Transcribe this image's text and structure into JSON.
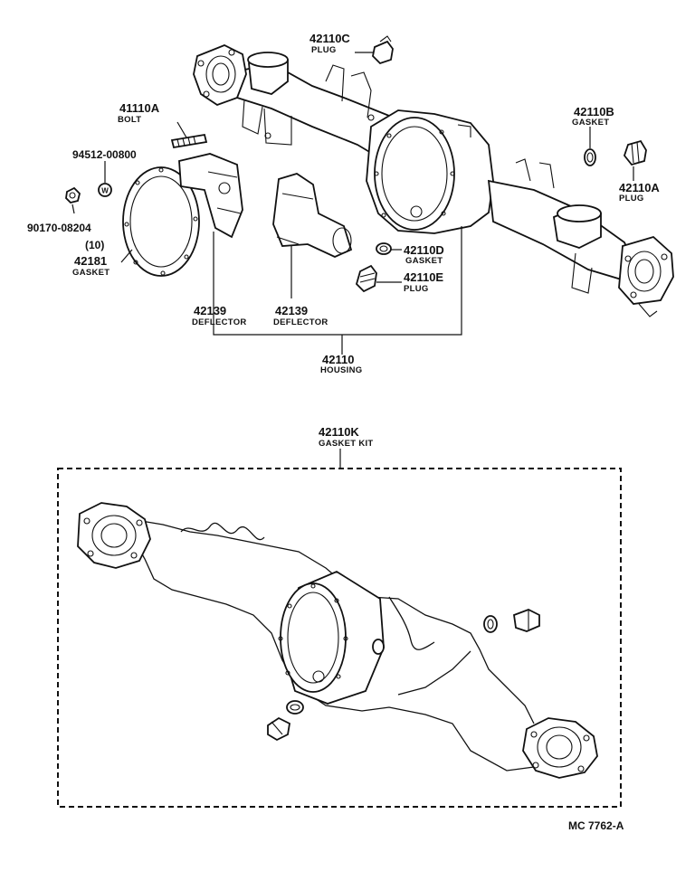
{
  "labels": {
    "p42110C": {
      "number": "42110C",
      "name": "PLUG"
    },
    "p41110A": {
      "number": "41110A",
      "name": "BOLT"
    },
    "p94512": {
      "number": "94512-00800"
    },
    "p90170": {
      "number": "90170-08204",
      "qty": "(10)"
    },
    "p42181": {
      "number": "42181",
      "name": "GASKET"
    },
    "p42110B": {
      "number": "42110B",
      "name": "GASKET"
    },
    "p42110A": {
      "number": "42110A",
      "name": "PLUG"
    },
    "p42110D": {
      "number": "42110D",
      "name": "GASKET"
    },
    "p42110E": {
      "number": "42110E",
      "name": "PLUG"
    },
    "p42139a": {
      "number": "42139",
      "name": "DEFLECTOR"
    },
    "p42139b": {
      "number": "42139",
      "name": "DEFLECTOR"
    },
    "p42110": {
      "number": "42110",
      "name": "HOUSING"
    },
    "p42110K": {
      "number": "42110K",
      "name": "GASKET KIT"
    }
  },
  "washer_mark": "W",
  "drawing_code": "MC 7762-A"
}
